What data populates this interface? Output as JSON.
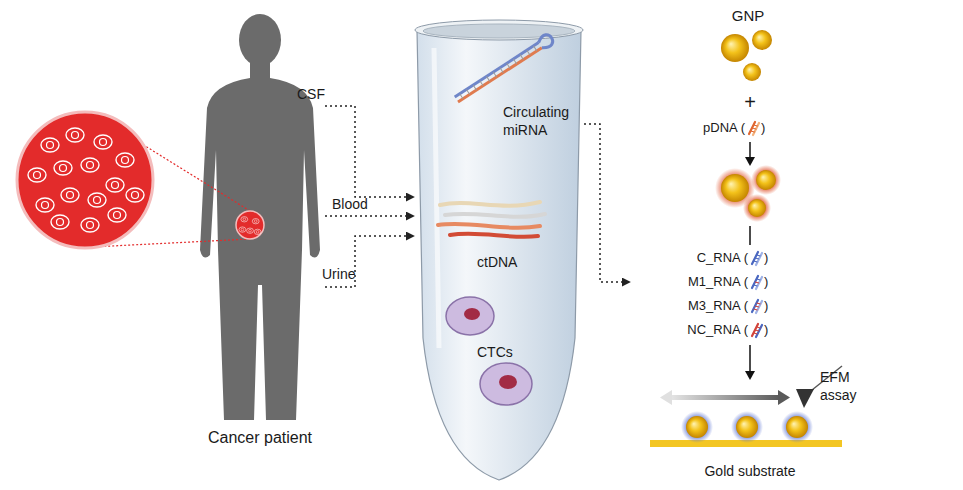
{
  "diagram": {
    "nodes": [
      {
        "text": [
          "Cancer patient"
        ]
      },
      {
        "text": [
          "Circulating miRNA",
          "ctDNA",
          "CTCs"
        ]
      },
      {
        "text": [
          "C_RNA (",
          ")",
          "M1_RNA (",
          ")",
          "M3_RNA (",
          ")",
          "NC_RNA (",
          ")"
        ]
      }
    ],
    "edges": [
      {
        "from": 0,
        "to": 1,
        "label": "CSF",
        "arrow": "to"
      },
      {
        "from": 0,
        "to": 1,
        "label": "Blood",
        "arrow": "to"
      },
      {
        "from": 0,
        "to": 1,
        "label": "Urine",
        "arrow": "to"
      },
      {
        "from": 1,
        "to": 2,
        "arrow": "to"
      }
    ],
    "labels": [
      "GNP",
      "+",
      "pDNA (",
      ")",
      "EFM assay",
      "Gold substrate"
    ]
  }
}
